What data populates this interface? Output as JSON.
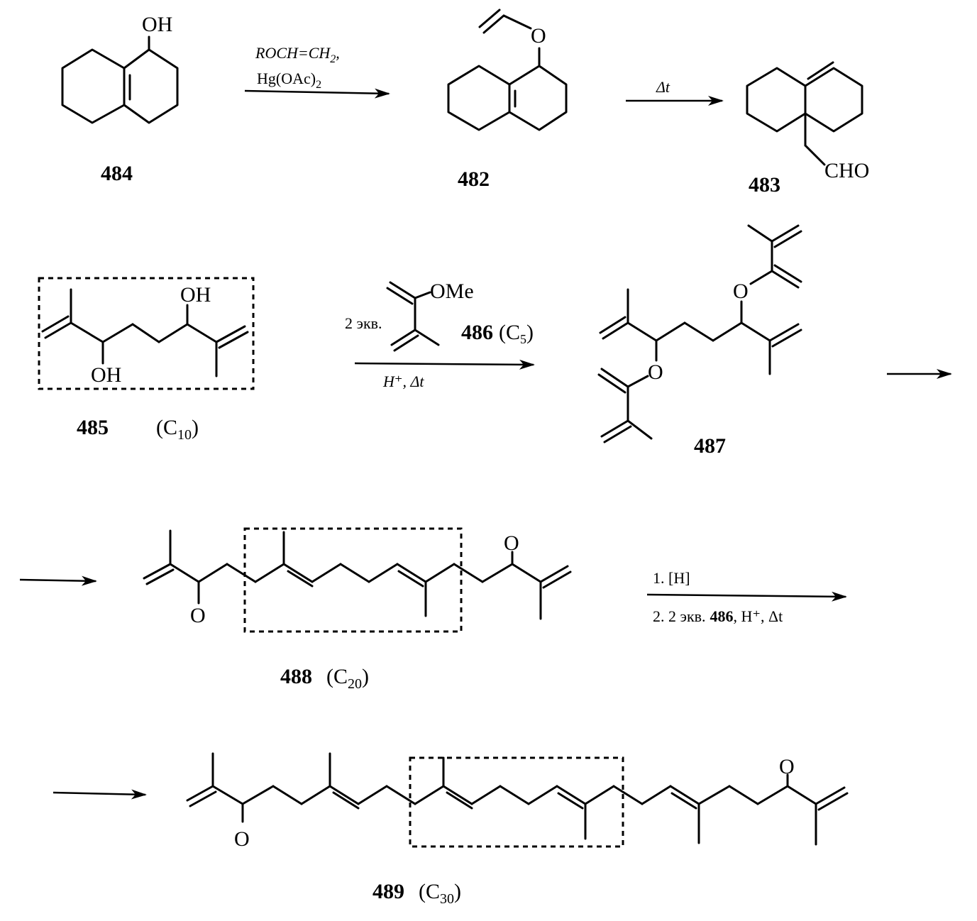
{
  "compounds": [
    {
      "id": "484",
      "label": "484"
    },
    {
      "id": "482",
      "label": "482"
    },
    {
      "id": "483",
      "label": "483"
    },
    {
      "id": "485",
      "label": "485",
      "formula_main": "(C",
      "formula_sub": "10",
      "formula_close": ")"
    },
    {
      "id": "487",
      "label": "487"
    },
    {
      "id": "488",
      "label": "488",
      "formula_main": "(C",
      "formula_sub": "20",
      "formula_close": ")"
    },
    {
      "id": "489",
      "label": "489",
      "formula_main": "(C",
      "formula_sub": "30",
      "formula_close": ")"
    }
  ],
  "atoms": {
    "oh": "OH",
    "o": "O",
    "cho": "CHO",
    "ome": "OMe"
  },
  "reagents": {
    "step1_line1": "ROCH=CH",
    "step1_line1_sub": "2",
    "step1_line1_tail": ",",
    "step1_line2": "Hg(OAc)",
    "step1_line2_sub": "2",
    "step2": "Δt",
    "step3_equiv": "2 экв.",
    "step3_reagent": "486",
    "step3_formula": "(C",
    "step3_formula_sub": "5",
    "step3_formula_close": ")",
    "step3_conditions": "H⁺, Δt",
    "step4_line1": "1. [H]",
    "step4_line2_a": "2.  2 экв.",
    "step4_line2_b": "486",
    "step4_line2_c": ", H⁺, Δt"
  }
}
